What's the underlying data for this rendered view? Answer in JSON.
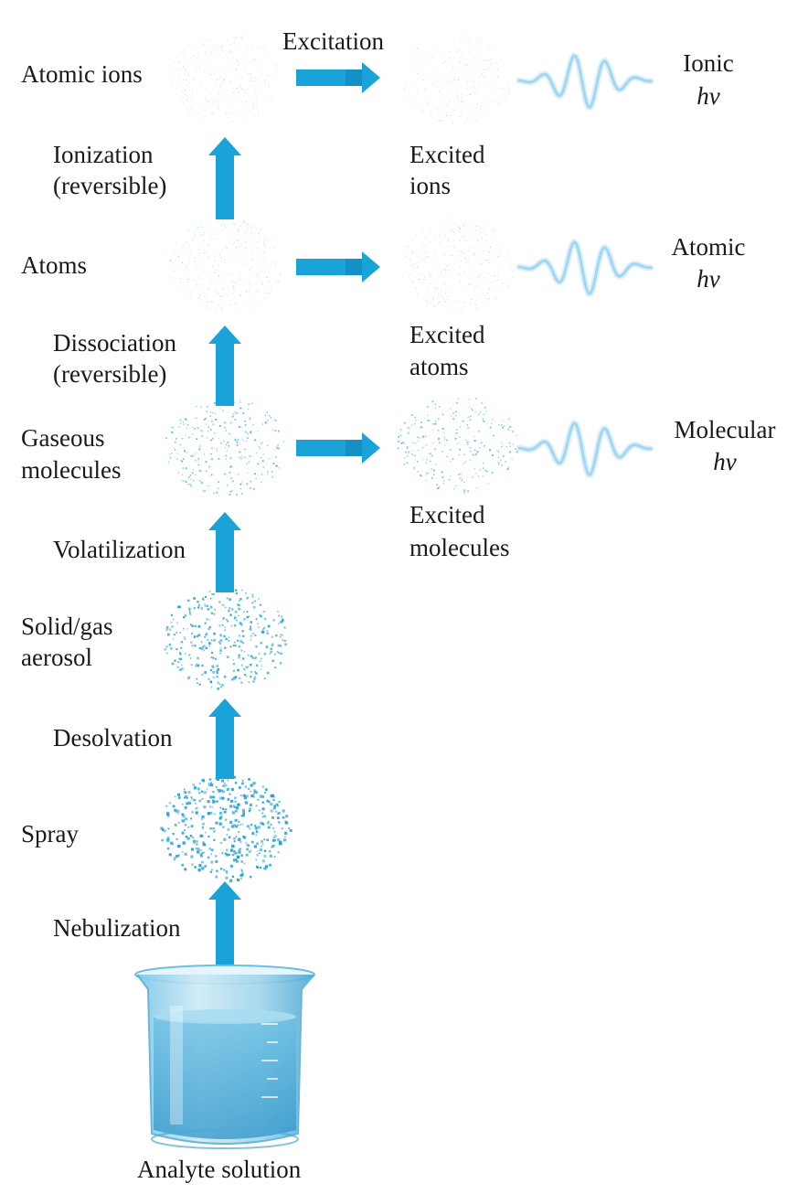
{
  "colors": {
    "arrow": "#1aa3d9",
    "arrow_dark": "#0b7fb4",
    "particle": "#1e9fd6",
    "wave": "#9cd3ee",
    "beaker": "#4fb3d9",
    "text": "#1a1a1a"
  },
  "labels": {
    "atomic_ions": "Atomic ions",
    "ionization": "Ionization",
    "ionization_note": "(reversible)",
    "atoms": "Atoms",
    "dissociation": "Dissociation",
    "dissociation_note": "(reversible)",
    "gaseous_1": "Gaseous",
    "gaseous_2": "molecules",
    "volatilization": "Volatilization",
    "solid_gas_1": "Solid/gas",
    "solid_gas_2": "aerosol",
    "desolvation": "Desolvation",
    "spray": "Spray",
    "nebulization": "Nebulization",
    "analyte": "Analyte solution",
    "excitation": "Excitation",
    "excited_ions_1": "Excited",
    "excited_ions_2": "ions",
    "excited_atoms_1": "Excited",
    "excited_atoms_2": "atoms",
    "excited_molecules_1": "Excited",
    "excited_molecules_2": "molecules",
    "ionic": "Ionic",
    "atomic": "Atomic",
    "molecular": "Molecular",
    "hv": "hv"
  }
}
